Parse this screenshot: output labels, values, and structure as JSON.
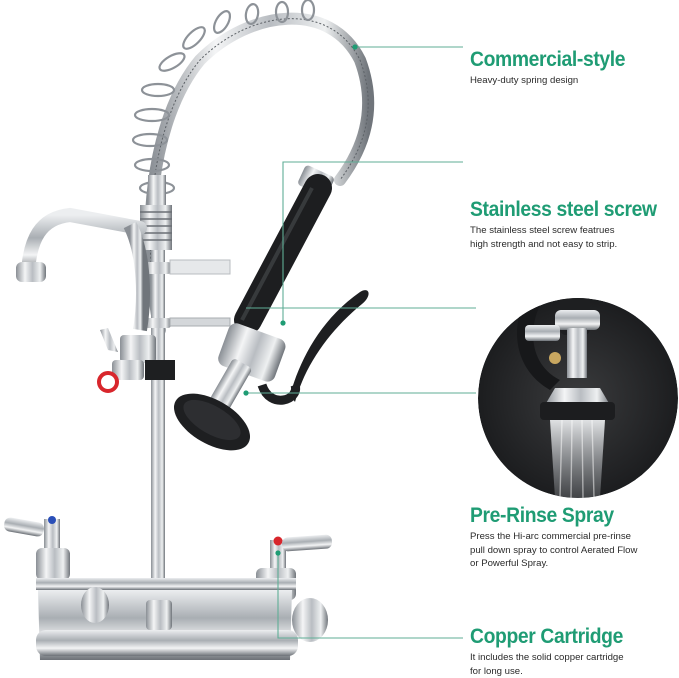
{
  "features": [
    {
      "title": "Commercial-style",
      "description_lines": [
        "Heavy-duty spring design"
      ]
    },
    {
      "title": "Stainless steel screw",
      "description_lines": [
        "The stainless steel screw featrues",
        "high strength and not easy to strip."
      ]
    },
    {
      "title": "Pre-Rinse Spray",
      "description_lines": [
        "Press the Hi-arc commercial pre-rinse",
        "pull down spray to control Aerated Flow",
        "or Powerful Spray."
      ]
    },
    {
      "title": "Copper Cartridge",
      "description_lines": [
        "It includes the solid copper cartridge",
        "for long use."
      ]
    }
  ],
  "colors": {
    "accent_green": "#1f9c74",
    "callout_line": "#5fae96",
    "background": "#ffffff",
    "hot_indicator": "#d8262c",
    "cold_indicator": "#2a4fb8"
  },
  "images": {
    "product": "pre-rinse-faucet-photo",
    "detail_circle": "spray-head-closeup-photo"
  }
}
